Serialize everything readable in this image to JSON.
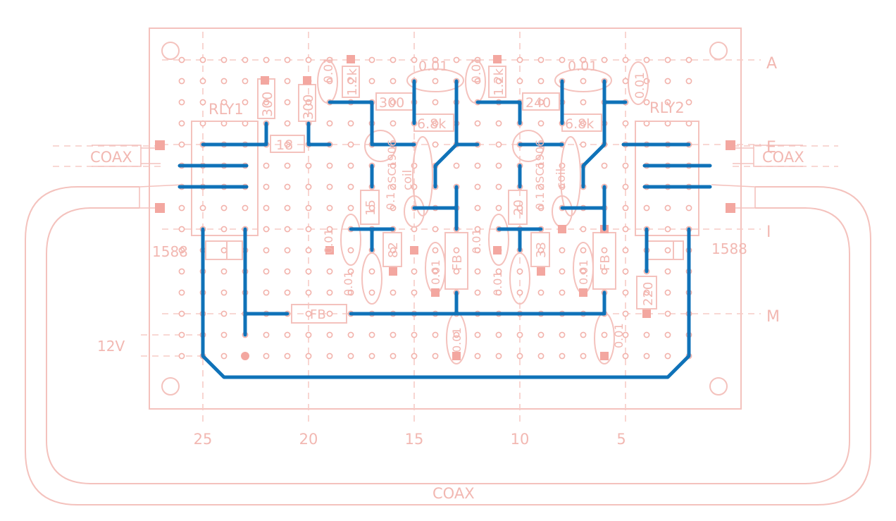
{
  "row_labels": [
    "A",
    "E",
    "I",
    "M"
  ],
  "column_labels": [
    "25",
    "20",
    "15",
    "10",
    "5"
  ],
  "relays": [
    "RLY1",
    "RLY2"
  ],
  "connectors": {
    "coax_left": "COAX",
    "coax_right": "COAX",
    "coax_bottom": "COAX",
    "supply": "12V"
  },
  "components": {
    "r300_a": "300",
    "r300_b": "300",
    "r18": "18",
    "r12k_a": "1.2k",
    "r12k_b": "1.2k",
    "cap_top_a": "0.01",
    "cap_top_b": "0.01",
    "cap_vert_a": "0.01",
    "cap_vert_b": "0.01",
    "cap_vert_c": "0.01",
    "r300_c": "300",
    "r240": "240",
    "r68k_a": "6.8k",
    "r68k_b": "6.8k",
    "t_a": "2SC1906",
    "t_b": "2SC1906",
    "coil_a": "coil",
    "coil_b": "coil",
    "c01_a": "0.1",
    "c01_b": "0.1",
    "r15": "15",
    "r20": "20",
    "r82": "82",
    "r33": "33",
    "fb_a": "FB",
    "fb_b": "FB",
    "fb_c": "FB",
    "c001_a": "0.01",
    "c001_b": "0.01",
    "c001_c": "0.01",
    "c001_d": "0.01",
    "c001_e": "0.01",
    "c001_f": "0.01",
    "c001_g": "0.01",
    "c001_h": "0.01",
    "r220": "220",
    "d1588_a": "1588",
    "d1588_b": "1588"
  }
}
